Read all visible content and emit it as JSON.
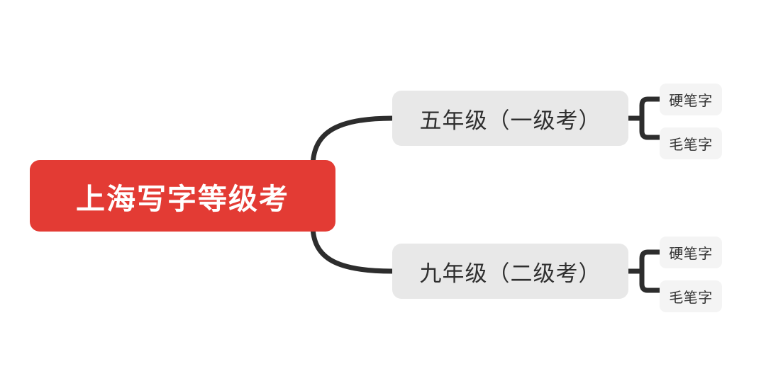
{
  "diagram": {
    "type": "mindmap",
    "title": "上海写字等级考",
    "orientation": "left-to-right",
    "background_color": "#ffffff",
    "connector_color": "#2d2d2d"
  },
  "root": {
    "label": "上海写字等级考",
    "fill_color": "#e33b34",
    "text_color": "#ffffff"
  },
  "branches": [
    {
      "label": "五年级（一级考）",
      "fill_color": "#e8e8e8",
      "text_color": "#2f2f2f",
      "children": [
        {
          "label": "硬笔字",
          "fill_color": "#f4f4f4",
          "text_color": "#333333"
        },
        {
          "label": "毛笔字",
          "fill_color": "#f4f4f4",
          "text_color": "#333333"
        }
      ]
    },
    {
      "label": "九年级（二级考）",
      "fill_color": "#e8e8e8",
      "text_color": "#2f2f2f",
      "children": [
        {
          "label": "硬笔字",
          "fill_color": "#f4f4f4",
          "text_color": "#333333"
        },
        {
          "label": "毛笔字",
          "fill_color": "#f4f4f4",
          "text_color": "#333333"
        }
      ]
    }
  ]
}
